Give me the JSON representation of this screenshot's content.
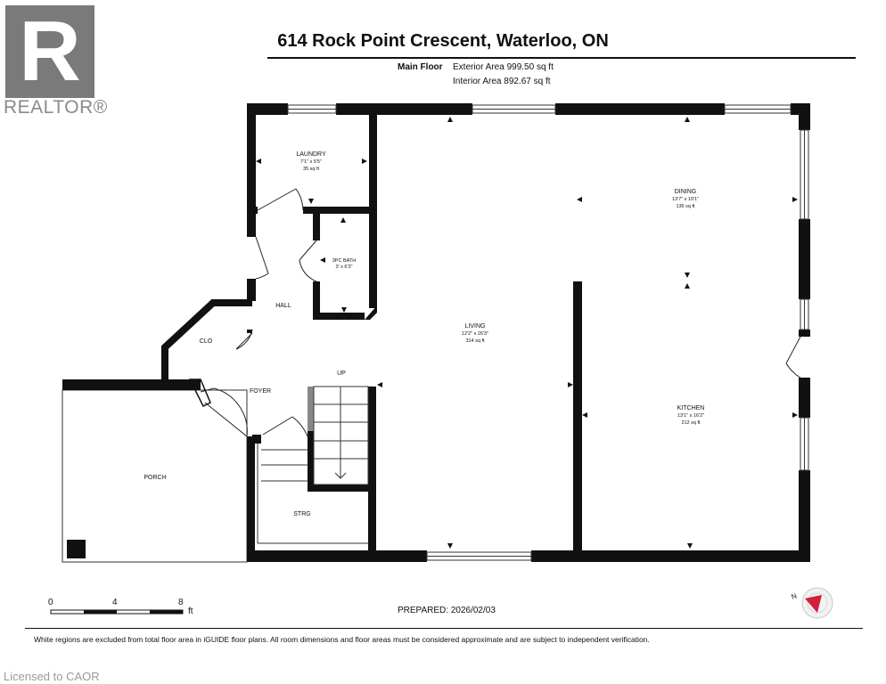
{
  "logo": {
    "letter": "R",
    "wordmark": "REALTOR®"
  },
  "header": {
    "title": "614 Rock Point Crescent, Waterloo, ON",
    "floor_label": "Main Floor",
    "exterior_area": "Exterior Area 999.50 sq ft",
    "interior_area": "Interior Area 892.67 sq ft"
  },
  "rooms": {
    "laundry": {
      "name": "LAUNDRY",
      "dims": "7'1\" x 5'5\"",
      "area": "35 sq ft"
    },
    "bath": {
      "name": "3PC BATH",
      "dims": "3' x 6'3\""
    },
    "hall": {
      "name": "HALL"
    },
    "clo": {
      "name": "CLO"
    },
    "foyer": {
      "name": "FOYER"
    },
    "up": {
      "name": "UP"
    },
    "porch": {
      "name": "PORCH"
    },
    "strg": {
      "name": "STRG"
    },
    "living": {
      "name": "LIVING",
      "dims": "12'2\" x 26'3\"",
      "area": "314 sq ft"
    },
    "dining": {
      "name": "DINING",
      "dims": "13'7\" x 10'1\"",
      "area": "136 sq ft"
    },
    "kitchen": {
      "name": "KITCHEN",
      "dims": "13'1\" x 16'2\"",
      "area": "212 sq ft"
    }
  },
  "scale": {
    "zero": "0",
    "four": "4",
    "eight": "8",
    "unit": "ft"
  },
  "compass": {
    "north": "N"
  },
  "prepared": "PREPARED: 2026/02/03",
  "disclaimer": "White regions are excluded from total floor area in iGUIDE floor plans. All room dimensions and floor areas must be considered approximate and are subject to independent verification.",
  "licensed": "Licensed to CAOR",
  "colors": {
    "wall": "#111111",
    "logo": "#7a7a7a",
    "compass": "#d0203a"
  }
}
